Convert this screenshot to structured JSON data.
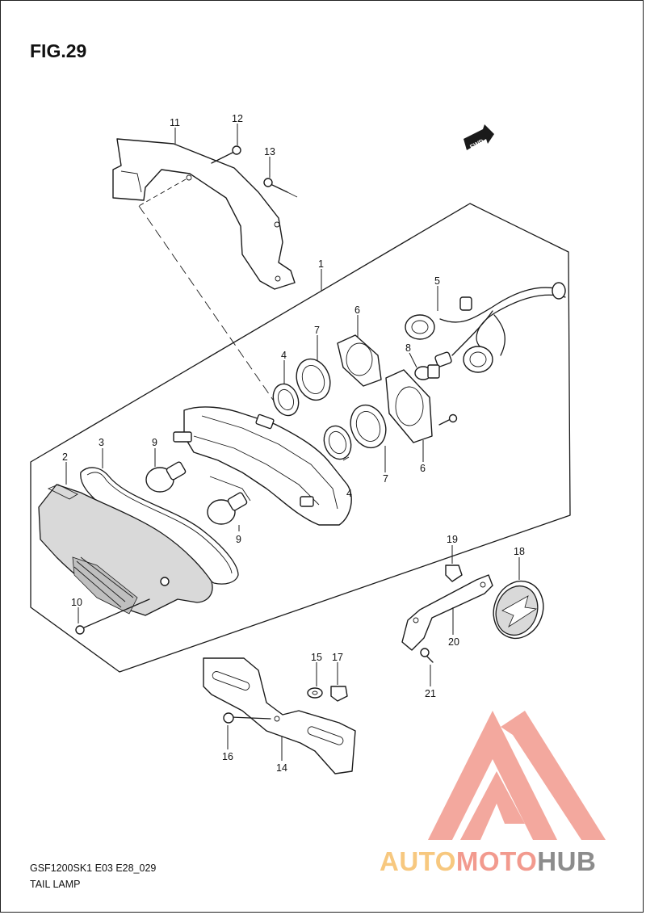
{
  "figure_title": "FIG.29",
  "model_code": "GSF1200SK1 E03 E28_029",
  "section_title": "TAIL LAMP",
  "direction_marker": {
    "label": "FWD",
    "icon": "fwd-arrow-icon"
  },
  "callouts": [
    "1",
    "2",
    "3",
    "4",
    "5",
    "6",
    "7",
    "8",
    "9",
    "10",
    "11",
    "12",
    "13",
    "14",
    "15",
    "16",
    "17",
    "18",
    "19",
    "20",
    "21"
  ],
  "callout_labels": {
    "c1": "1",
    "c2": "2",
    "c3": "3",
    "c4a": "4",
    "c4b": "4",
    "c5": "5",
    "c6a": "6",
    "c6b": "6",
    "c7a": "7",
    "c7b": "7",
    "c8": "8",
    "c9a": "9",
    "c9b": "9",
    "c10": "10",
    "c11": "11",
    "c12": "12",
    "c13": "13",
    "c14": "14",
    "c15": "15",
    "c16": "16",
    "c17": "17",
    "c18": "18",
    "c19": "19",
    "c20": "20",
    "c21": "21"
  },
  "watermark": {
    "logo_icon": "automotohub-triangle-logo-icon",
    "text_part1": "AUTO",
    "text_part2": "MOTO",
    "text_part3": "HUB",
    "colors": {
      "light": "#f7c87f",
      "red": "#f29a8e",
      "dark": "#8c8c8c"
    }
  }
}
